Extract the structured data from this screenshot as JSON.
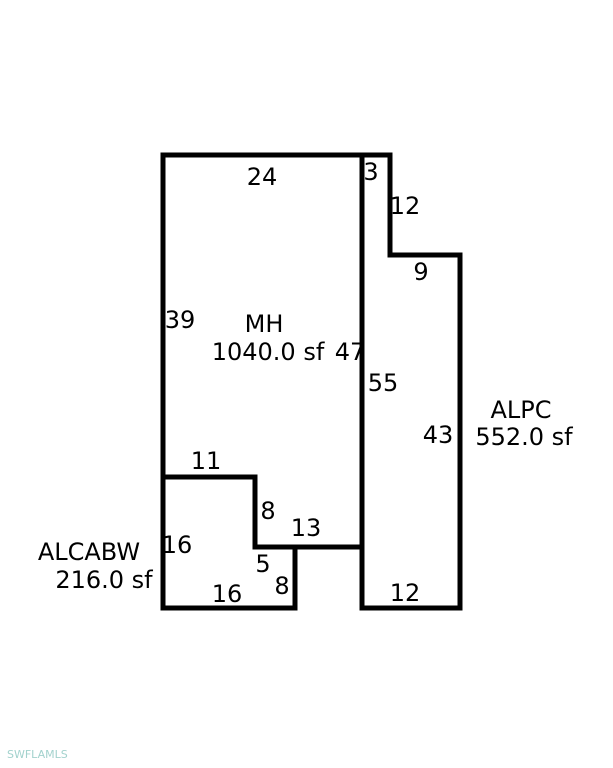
{
  "watermark": {
    "text": "SWFLAMLS",
    "color": "#a3d2cd"
  },
  "regions": {
    "mh": {
      "label": "MH",
      "area": "1040.0 sf"
    },
    "alpc": {
      "label": "ALPC",
      "area": "552.0 sf"
    },
    "alcabw": {
      "label": "ALCABW",
      "area": "216.0 sf"
    }
  },
  "dimensions": {
    "mh_top": "24",
    "mh_left": "39",
    "mh_right": "47",
    "mh_step_top": "11",
    "mh_step_side": "8",
    "mh_bottom": "13",
    "alpc_top": "3",
    "alpc_upper_side": "12",
    "alpc_step": "9",
    "alpc_left": "55",
    "alpc_right": "43",
    "alpc_bottom": "12",
    "alcabw_left": "16",
    "alcabw_top_edge": "5",
    "alcabw_right": "8",
    "alcabw_bottom": "16"
  }
}
